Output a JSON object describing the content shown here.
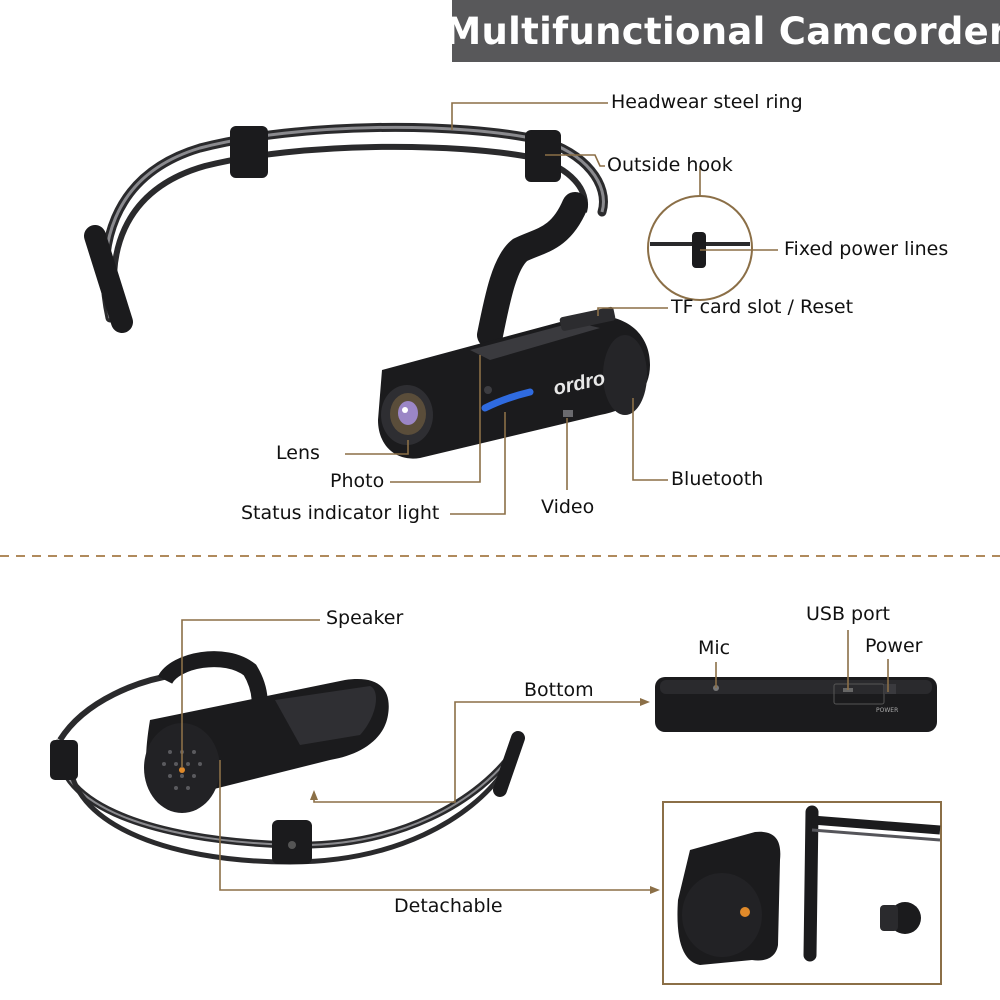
{
  "title": "Multifunctional Camcorder",
  "brand": "ordro",
  "power_caption": "POWER",
  "labels": {
    "headwear": "Headwear steel ring",
    "outside_hook": "Outside hook",
    "fixed_power": "Fixed power lines",
    "tf_card": "TF card slot / Reset",
    "lens": "Lens",
    "photo": "Photo",
    "status": "Status indicator light",
    "video": "Video",
    "bluetooth": "Bluetooth",
    "speaker": "Speaker",
    "bottom": "Bottom",
    "usb": "USB port",
    "mic": "Mic",
    "power": "Power",
    "detachable": "Detachable"
  },
  "colors": {
    "leader": "#8b6f47",
    "title_bg": "#58585a",
    "divider": "#b08a5c",
    "device": "#1b1b1d",
    "indicator": "#2f6be0"
  }
}
